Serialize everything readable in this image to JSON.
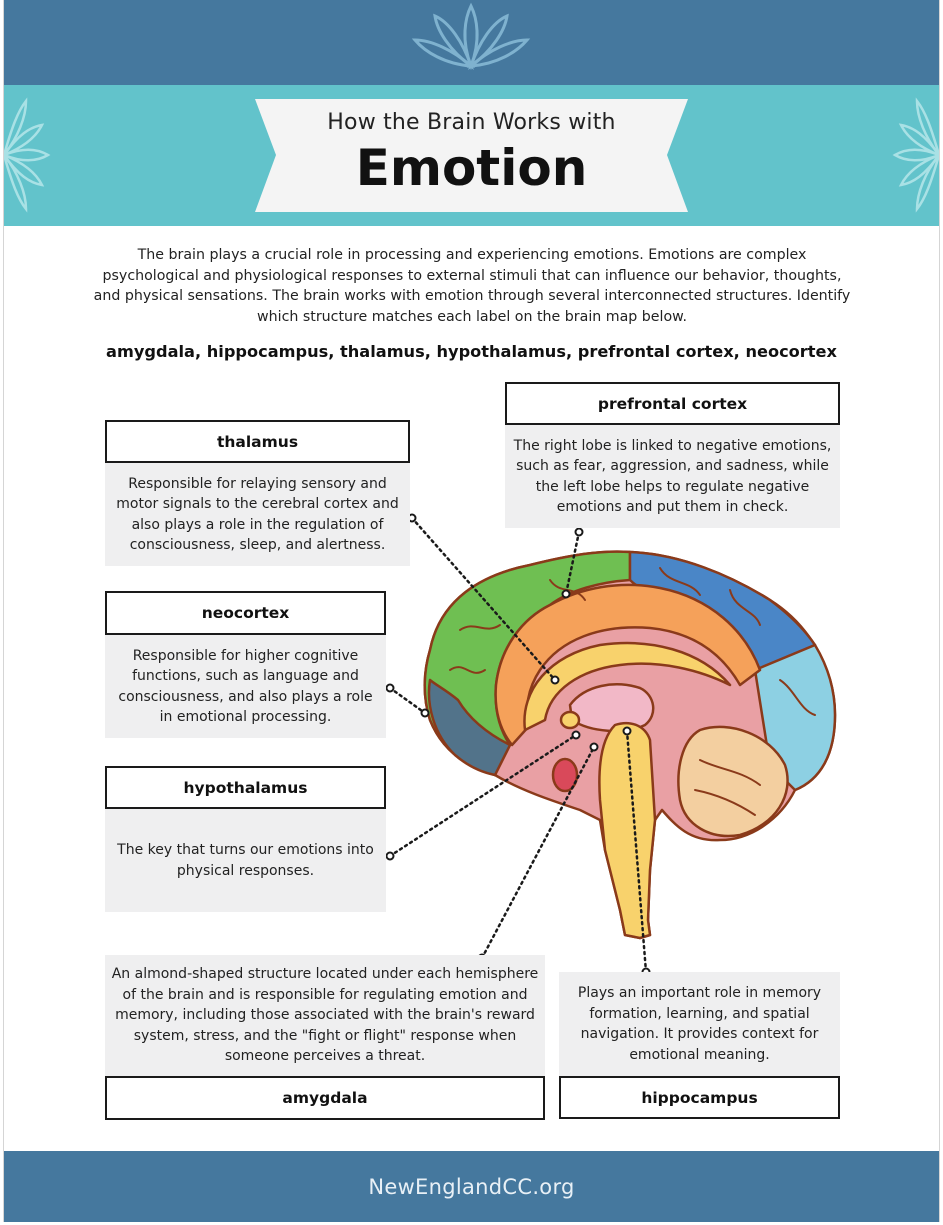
{
  "header": {
    "subtitle": "How the Brain Works with",
    "title": "Emotion"
  },
  "intro": "The brain plays a crucial role in processing and experiencing emotions. Emotions are complex psychological and physiological responses to external stimuli that can influence our behavior, thoughts, and physical sensations. The brain works with emotion through several interconnected structures. Identify which structure matches each label on the brain map below.",
  "word_bank": "amygdala, hippocampus, thalamus, hypothalamus, prefrontal cortex, neocortex",
  "labels": {
    "thalamus": "thalamus",
    "neocortex": "neocortex",
    "hypothalamus": "hypothalamus",
    "prefrontal": "prefrontal cortex",
    "amygdala": "amygdala",
    "hippocampus": "hippocampus"
  },
  "descriptions": {
    "thalamus": "Responsible for relaying sensory and motor signals to the cerebral cortex and also plays a role in the regulation of consciousness, sleep, and alertness.",
    "neocortex": "Responsible for higher cognitive functions, such as language and consciousness, and also plays a role in emotional processing.",
    "hypothalamus": "The key that turns our emotions into physical responses.",
    "prefrontal": "The right lobe is linked to negative emotions, such as fear, aggression, and sadness, while the left lobe helps to regulate negative emotions and put them in check.",
    "amygdala": "An almond-shaped structure located under each hemisphere of the brain and is responsible for regulating emotion and memory, including those associated with the brain's reward system, stress, and the \"fight or flight\" response when someone perceives a threat.",
    "hippocampus": "Plays an important role in memory formation, learning, and spatial navigation. It provides context for emotional meaning."
  },
  "footer": "NewEnglandCC.org",
  "colors": {
    "top_bar": "#45789e",
    "teal_band": "#62c3cb",
    "description_bg": "#efeff0"
  }
}
